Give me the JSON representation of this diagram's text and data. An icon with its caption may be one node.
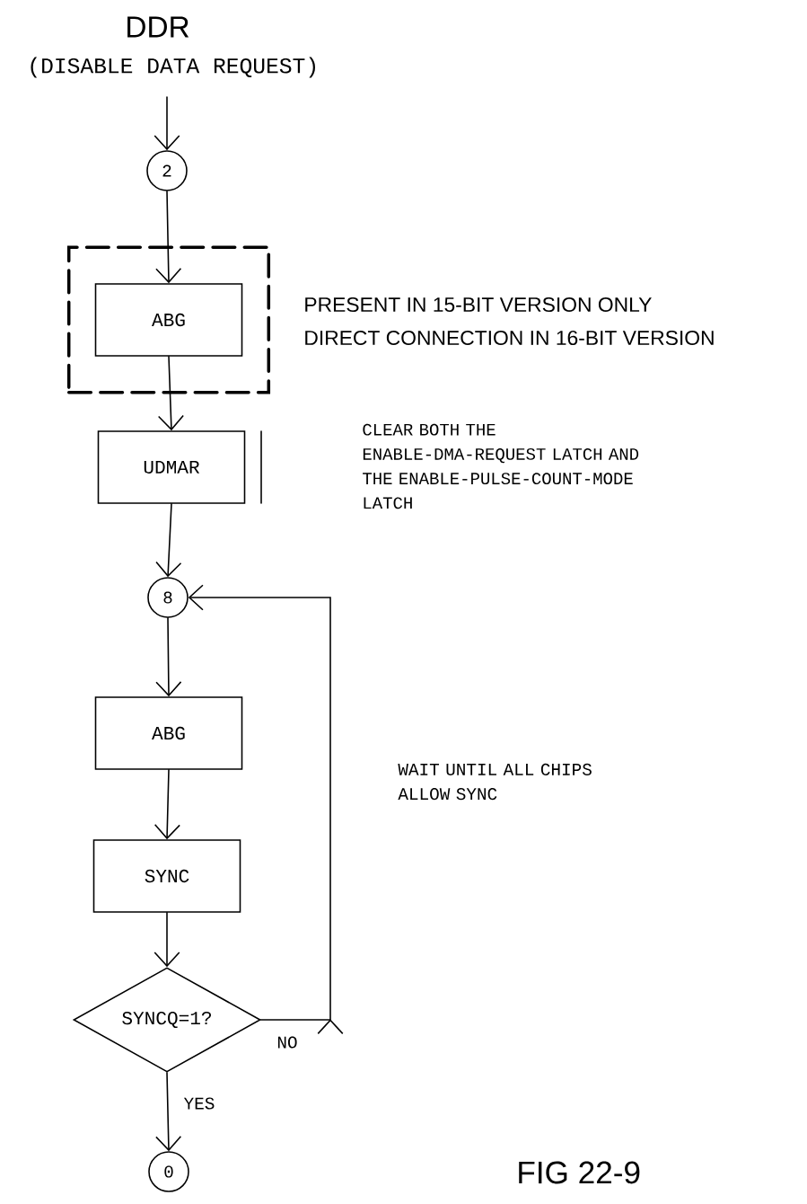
{
  "diagram": {
    "title": "DDR",
    "caption": "FIG 22-9",
    "nodes": [
      {
        "text": [
          "2"
        ]
      },
      {
        "text": [],
        "shape": "box"
      },
      {
        "text": [
          "ABG"
        ],
        "in": 1
      },
      {
        "text": [
          "UDMAR"
        ]
      },
      {
        "text": [
          "8"
        ]
      },
      {
        "text": [
          "ABG"
        ]
      },
      {
        "text": [
          "SYNC"
        ]
      },
      {
        "text": [
          "SYNCQ=1?"
        ]
      },
      {
        "text": [
          "0"
        ]
      }
    ],
    "edges": [
      {
        "from": null,
        "to": 0,
        "arrow": "to"
      },
      {
        "from": 0,
        "to": 2,
        "arrow": "to"
      },
      {
        "from": 2,
        "to": 3,
        "arrow": "to"
      },
      {
        "from": 3,
        "to": 4,
        "arrow": "to"
      },
      {
        "from": 4,
        "to": 5,
        "arrow": "to"
      },
      {
        "from": 5,
        "to": 6,
        "arrow": "to"
      },
      {
        "from": 6,
        "to": 7,
        "arrow": "to"
      },
      {
        "from": 7,
        "to": 4,
        "arrow": "to",
        "label": "NO"
      },
      {
        "from": 7,
        "to": 8,
        "arrow": "to",
        "label": "YES"
      }
    ],
    "labels": [
      "(DISABLE DATA REQUEST)",
      "PRESENT IN 15-BIT VERSION ONLY",
      "DIRECT CONNECTION IN 16-BIT VERSION",
      "CLEAR BOTH THE ENABLE-DMA-REQUEST LATCH AND THE ENABLE-PULSE-COUNT-MODE LATCH",
      "WAIT UNTIL ALL CHIPS ALLOW SYNC"
    ]
  }
}
